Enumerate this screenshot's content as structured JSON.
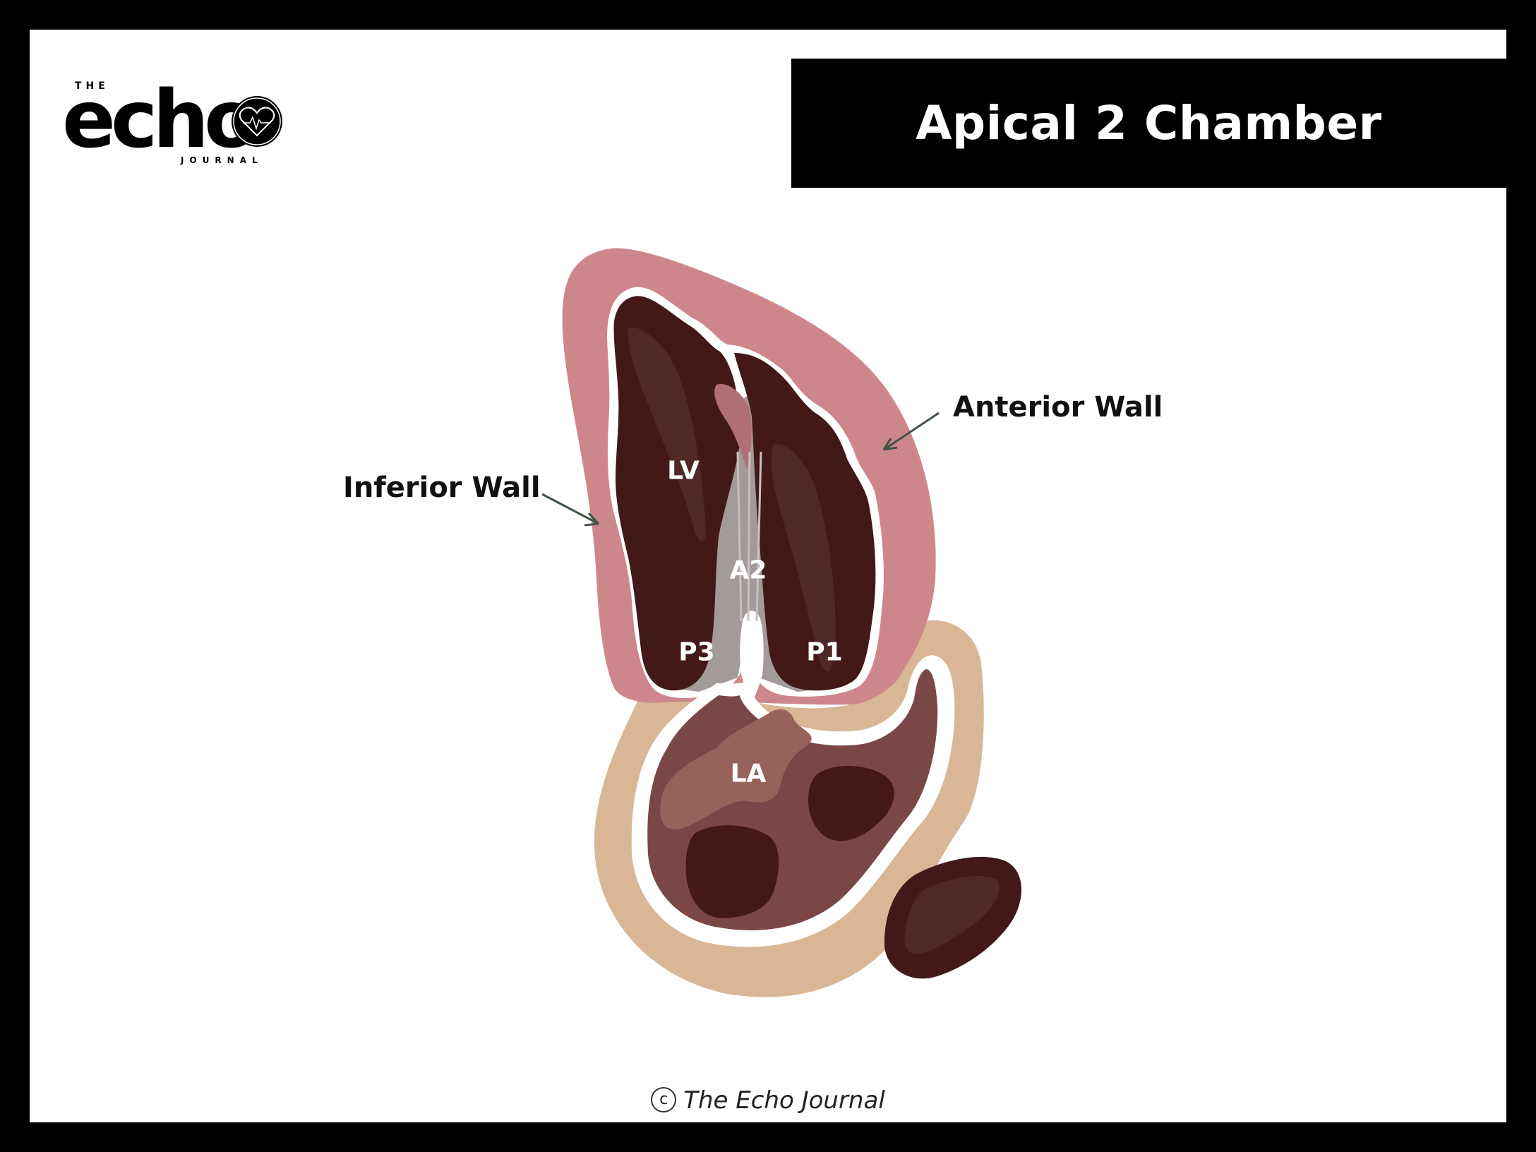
{
  "header": {
    "title": "Apical 2 Chamber"
  },
  "logo": {
    "the": "THE",
    "echo": "echo",
    "journal": "JOURNAL",
    "icon": "heart-ecg-icon"
  },
  "labels": {
    "lv": "LV",
    "la": "LA",
    "a2": "A2",
    "p3": "P3",
    "p1": "P1",
    "inferior_wall": "Inferior Wall",
    "anterior_wall": "Anterior Wall"
  },
  "footer": {
    "symbol": "c",
    "text": "The Echo Journal"
  },
  "colors": {
    "myocardium_lv": "#cd878b",
    "myocardium_la": "#d9b796",
    "chamber_dark": "#421819",
    "chamber_la": "#7a4747",
    "la_highlight": "#96625a",
    "valve_grey": "#a39a9a",
    "septum_tip": "#b06f76",
    "outline": "#ffffff",
    "arrow": "#3f5247"
  }
}
